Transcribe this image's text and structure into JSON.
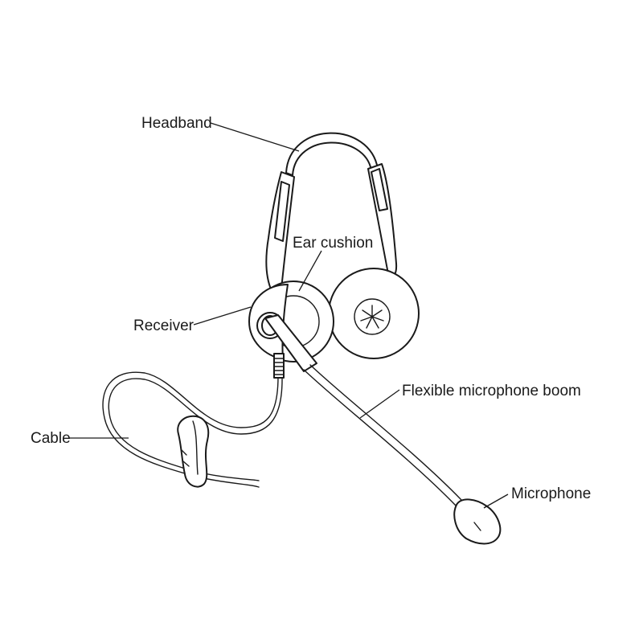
{
  "labels": {
    "headband": "Headband",
    "ear_cushion": "Ear cushion",
    "receiver": "Receiver",
    "cable": "Cable",
    "boom": "Flexible microphone boom",
    "microphone": "Microphone"
  }
}
